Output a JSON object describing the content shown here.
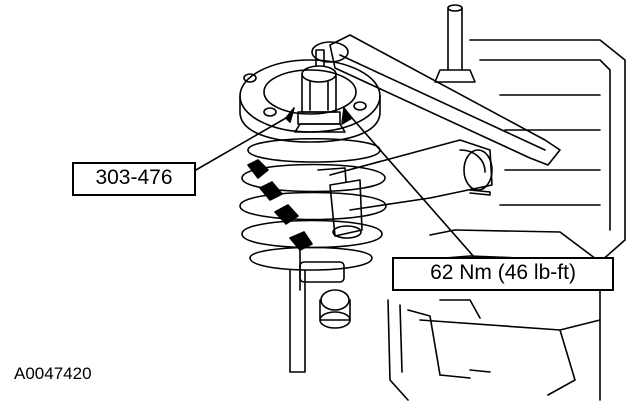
{
  "figure": {
    "id": "A0047420",
    "callouts": [
      {
        "key": "tool",
        "text": "303-476"
      },
      {
        "key": "torque",
        "text": "62 Nm (46 lb-ft)"
      }
    ]
  },
  "colors": {
    "line": "#000000",
    "background": "#ffffff"
  },
  "icons": [
    "torque-wrench-icon",
    "spring-compressor-icon",
    "coil-spring-icon"
  ]
}
